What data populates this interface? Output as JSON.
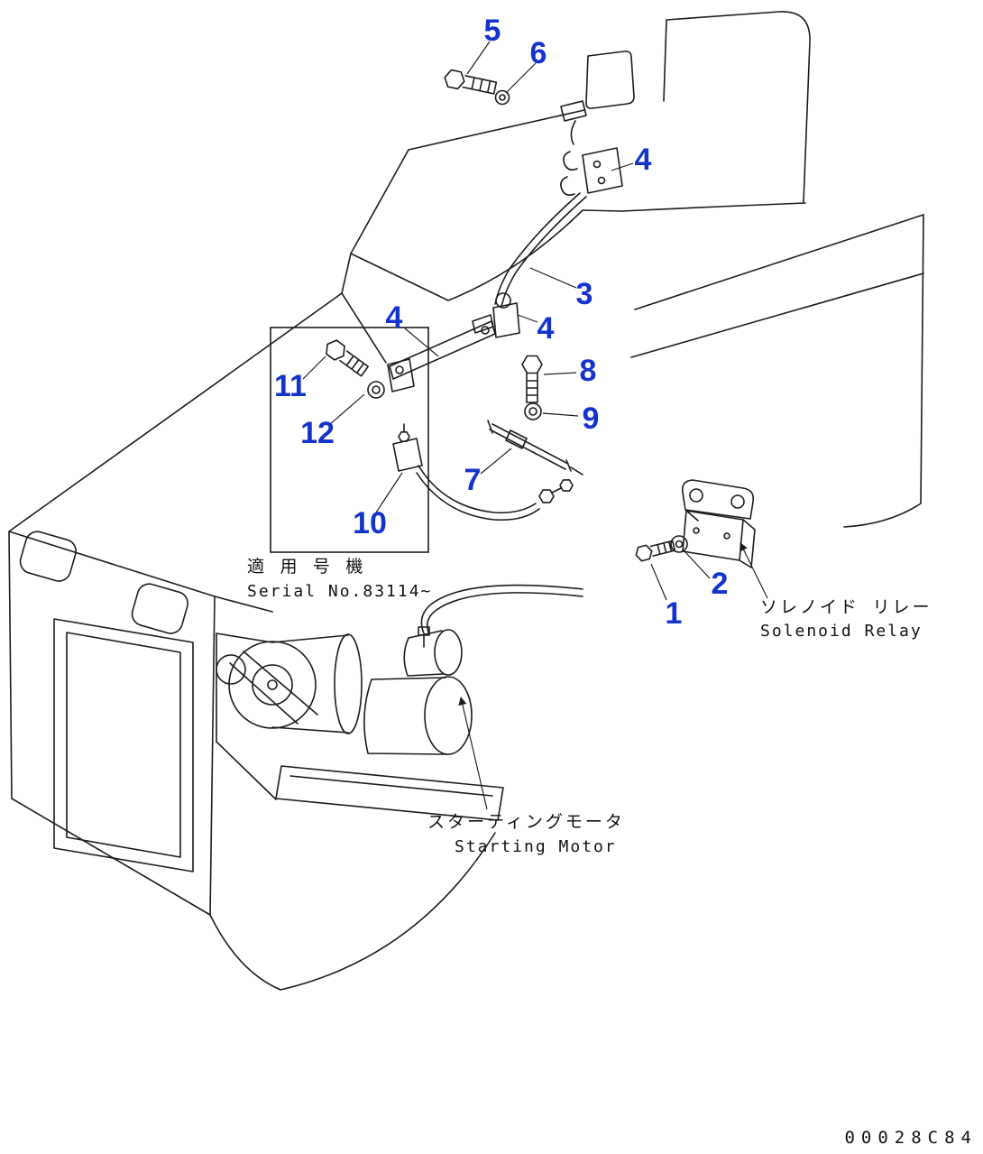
{
  "page": {
    "background": "#ffffff",
    "line_color": "#1c1c1c",
    "accent_color": "#1433cc"
  },
  "callouts": {
    "c1": "1",
    "c2": "2",
    "c3": "3",
    "c4a": "4",
    "c4b": "4",
    "c4c": "4",
    "c5": "5",
    "c6": "6",
    "c7": "7",
    "c8": "8",
    "c9": "9",
    "c10": "10",
    "c11": "11",
    "c12": "12"
  },
  "labels": {
    "serial_applicability_jp": "適 用 号 機",
    "serial_applicability_en": "Serial No.83114~",
    "solenoid_relay_jp": "ソレノイド リレー",
    "solenoid_relay_en": "Solenoid Relay",
    "starting_motor_jp": "スターティングモータ",
    "starting_motor_en": "Starting Motor",
    "drawing_number": "00028C84"
  }
}
